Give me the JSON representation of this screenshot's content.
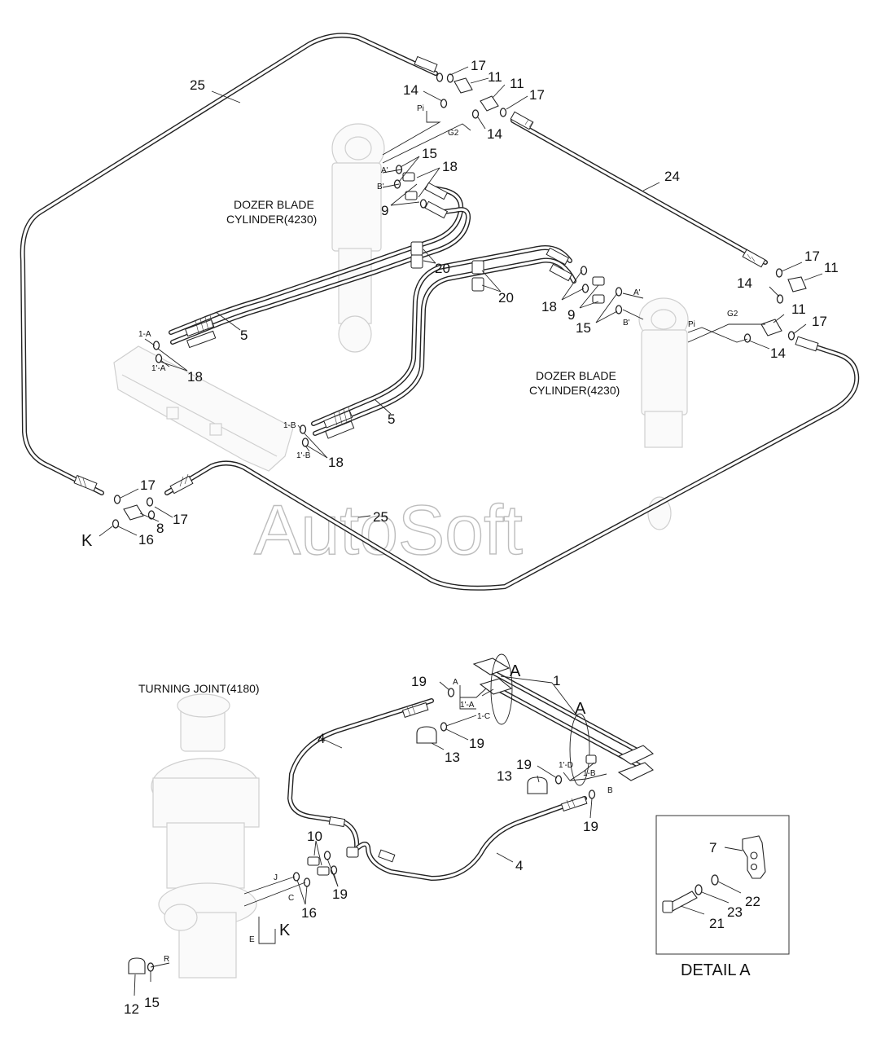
{
  "watermark": "AutoSoft",
  "detail_caption": "DETAIL A",
  "components": {
    "dozer_cyl_left_1": "DOZER BLADE",
    "dozer_cyl_left_2": "CYLINDER(4230)",
    "dozer_cyl_right_1": "DOZER BLADE",
    "dozer_cyl_right_2": "CYLINDER(4230)",
    "turning_joint": "TURNING JOINT(4180)"
  },
  "port_labels": {
    "pi_left": "Pi",
    "g2_left": "G2",
    "a_prime_left": "A'",
    "b_prime_left": "B'",
    "a_prime_right": "A'",
    "b_prime_right": "B'",
    "pi_right": "Pi",
    "g2_right": "G2",
    "one_a": "1-A",
    "one_prime_a": "1'-A",
    "one_b": "1-B",
    "one_prime_b": "1'-B",
    "k_top": "K",
    "a_bottom": "A",
    "one_prime_a_bottom": "1'-A",
    "one_c": "1-C",
    "one_prime_d": "1'-D",
    "one_b_bottom": "1-B",
    "b_bottom": "B",
    "j": "J",
    "c": "C",
    "e": "E",
    "k_bottom": "K",
    "r": "R",
    "a_callout_1": "A",
    "a_callout_2": "A"
  },
  "part_numbers": {
    "p25_top": "25",
    "p17_a": "17",
    "p11_a": "11",
    "p14_a": "14",
    "p11_b": "11",
    "p17_b": "17",
    "p14_b": "14",
    "p15_a": "15",
    "p18_a": "18",
    "p9_a": "9",
    "p24": "24",
    "p20_a": "20",
    "p5_a": "5",
    "p18_b": "18",
    "p20_b": "20",
    "p18_c": "18",
    "p9_b": "9",
    "p15_b": "15",
    "p17_c": "17",
    "p11_c": "11",
    "p14_c": "14",
    "p11_d": "11",
    "p17_d": "17",
    "p14_d": "14",
    "p5_b": "5",
    "p18_d": "18",
    "p17_e": "17",
    "p17_f": "17",
    "p8": "8",
    "p16_a": "16",
    "p25_bottom": "25",
    "p19_a": "19",
    "p1": "1",
    "p4_a": "4",
    "p19_b": "19",
    "p13_a": "13",
    "p19_c": "19",
    "p13_b": "13",
    "p19_d": "19",
    "p10": "10",
    "p16_b": "16",
    "p19_e": "19",
    "p4_b": "4",
    "p12": "12",
    "p15_c": "15",
    "p7": "7",
    "p22": "22",
    "p23": "23",
    "p21": "21"
  }
}
